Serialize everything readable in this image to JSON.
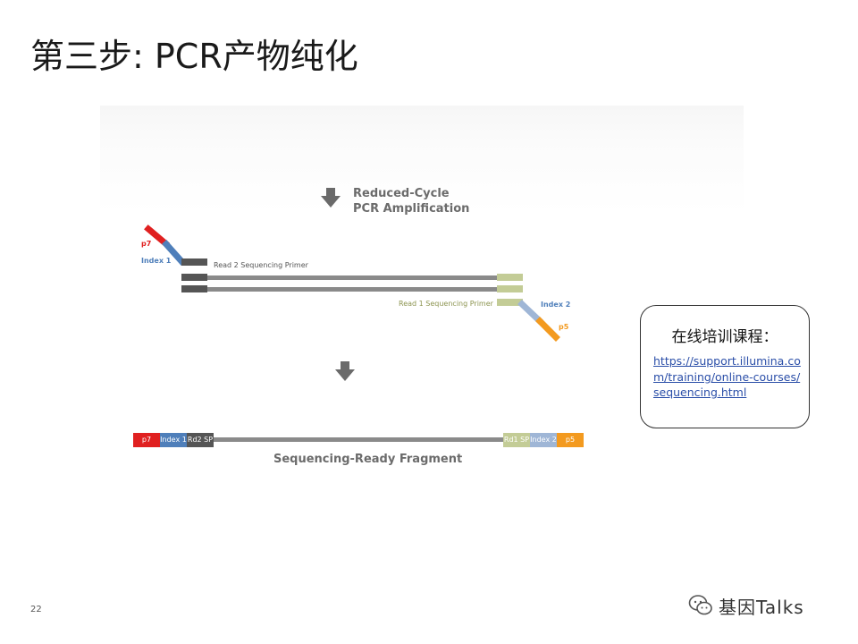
{
  "slide": {
    "title": "第三步: PCR产物纯化",
    "page_number": "22"
  },
  "diagram": {
    "step_label_line1": "Reduced-Cycle",
    "step_label_line2": "PCR Amplification",
    "adapter_labels": {
      "p7": "p7",
      "index1": "Index 1",
      "read2_primer": "Read 2 Sequencing Primer",
      "read1_primer": "Read 1 Sequencing Primer",
      "index2": "Index 2",
      "p5": "p5"
    },
    "fragment_segments": {
      "p7": "p7",
      "index1": "Index 1",
      "rd2sp": "Rd2 SP",
      "rd1sp": "Rd1 SP",
      "index2": "Index 2",
      "p5": "p5"
    },
    "fragment_caption": "Sequencing-Ready Fragment",
    "colors": {
      "p7": "#e02020",
      "index1": "#4f7fba",
      "rd2sp": "#555555",
      "insert": "#8a8a8a",
      "rd1sp": "#c3cc96",
      "index2": "#9fb6d6",
      "p5": "#f39a1f",
      "arrow": "#6a6a6a"
    }
  },
  "course_box": {
    "title": "在线培训课程：",
    "url": "https://support.illumina.com/training/online-courses/sequencing.html"
  },
  "watermark": {
    "text": "基因Talks",
    "icon": "wechat-icon"
  }
}
